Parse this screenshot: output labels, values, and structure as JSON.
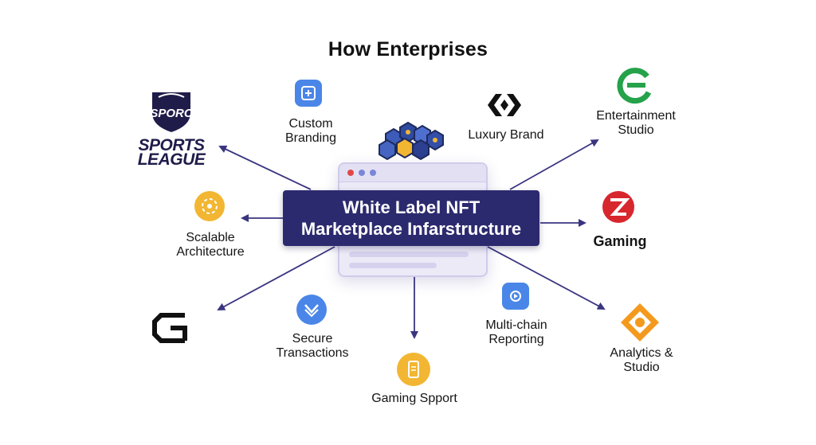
{
  "title": "How Enterprises",
  "center": {
    "line1": "White Label NFT",
    "line2": "Marketplace Infarstructure"
  },
  "features": {
    "custom_branding": {
      "line1": "Custom",
      "line2": "Branding"
    },
    "scalable": {
      "line1": "Scalable",
      "line2": "Architecture"
    },
    "secure": {
      "line1": "Secure",
      "line2": "Transactions"
    },
    "gaming_support": {
      "line1": "Gaming Spport"
    },
    "multichain": {
      "line1": "Multi-chain",
      "line2": "Reporting"
    }
  },
  "enterprises": {
    "sports": {
      "logo_text": "SPORC",
      "line1": "SPORTS",
      "line2": "LEAGUE"
    },
    "luxury": {
      "line1": "Luxury Brand"
    },
    "entertainment": {
      "line1": "Entertainment",
      "line2": "Studio"
    },
    "gaming": {
      "line1": "Gaming"
    },
    "analytics": {
      "line1": "Analytics &",
      "line2": "Studio"
    }
  },
  "colors": {
    "navy": "#2c2a6e",
    "arrow": "#3a3580",
    "blue_icon": "#4a86e8",
    "yellow_icon": "#f2b632",
    "green": "#25a24a",
    "red": "#d8262d",
    "orange": "#f39a1e"
  },
  "icons": {
    "sports": "shield-logo",
    "custom_branding": "tag-icon",
    "nft_cluster": "hexagon-cluster-icon",
    "luxury": "geometric-logo",
    "entertainment": "e-logo",
    "scalable": "network-icon",
    "gaming": "z-logo",
    "cg": "cg-logo",
    "secure": "check-shield-icon",
    "gaming_support": "phone-icon",
    "multichain": "camera-icon",
    "analytics": "diamond-logo"
  }
}
